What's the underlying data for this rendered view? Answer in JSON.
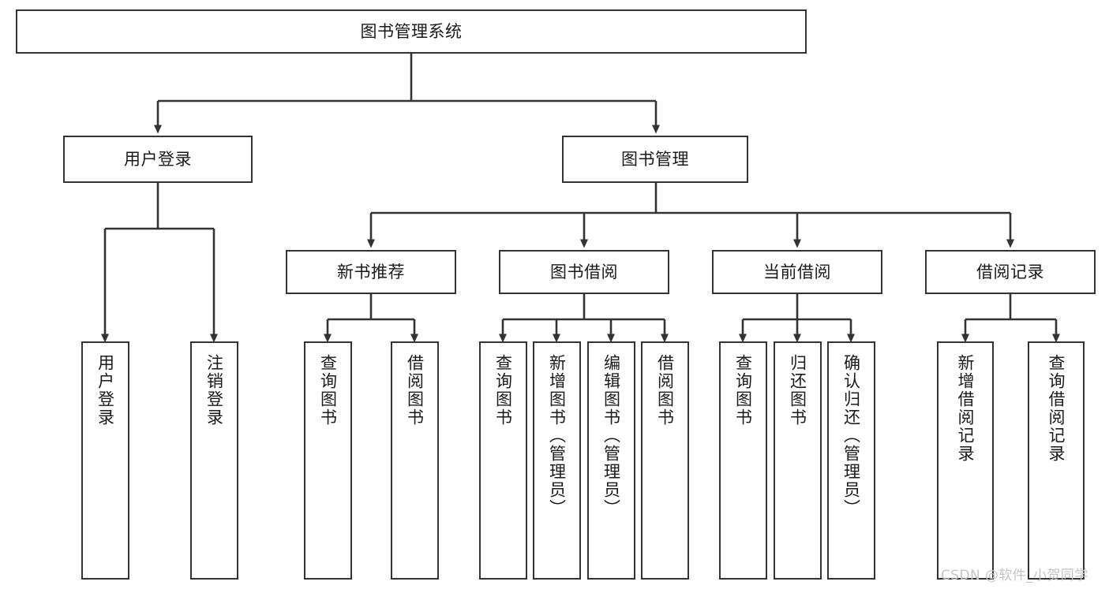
{
  "diagram": {
    "type": "tree",
    "title": "图书管理系统",
    "orientation": "top-down",
    "colors": {
      "background": "#ffffff",
      "node_border": "#333333",
      "node_fill": "#ffffff",
      "edge": "#333333",
      "text": "#1a1a1a",
      "watermark": "#c4c4c4"
    }
  },
  "root": {
    "label": "图书管理系统"
  },
  "level1": [
    {
      "label": "用户登录"
    },
    {
      "label": "图书管理"
    }
  ],
  "level2": [
    {
      "label": "新书推荐"
    },
    {
      "label": "图书借阅"
    },
    {
      "label": "当前借阅"
    },
    {
      "label": "借阅记录"
    }
  ],
  "leaves": {
    "user_login": [
      {
        "label": "用户登录"
      },
      {
        "label": "注销登录"
      }
    ],
    "new_book": [
      {
        "label": "查询图书"
      },
      {
        "label": "借阅图书"
      }
    ],
    "book_borrow": [
      {
        "label": "查询图书"
      },
      {
        "label": "新增图书（管理员）"
      },
      {
        "label": "编辑图书（管理员）"
      },
      {
        "label": "借阅图书"
      }
    ],
    "current_borrow": [
      {
        "label": "查询图书"
      },
      {
        "label": "归还图书"
      },
      {
        "label": "确认归还（管理员）"
      }
    ],
    "borrow_record": [
      {
        "label": "新增借阅记录"
      },
      {
        "label": "查询借阅记录"
      }
    ]
  },
  "watermark": {
    "text": "CSDN @软件_小贺同学"
  }
}
